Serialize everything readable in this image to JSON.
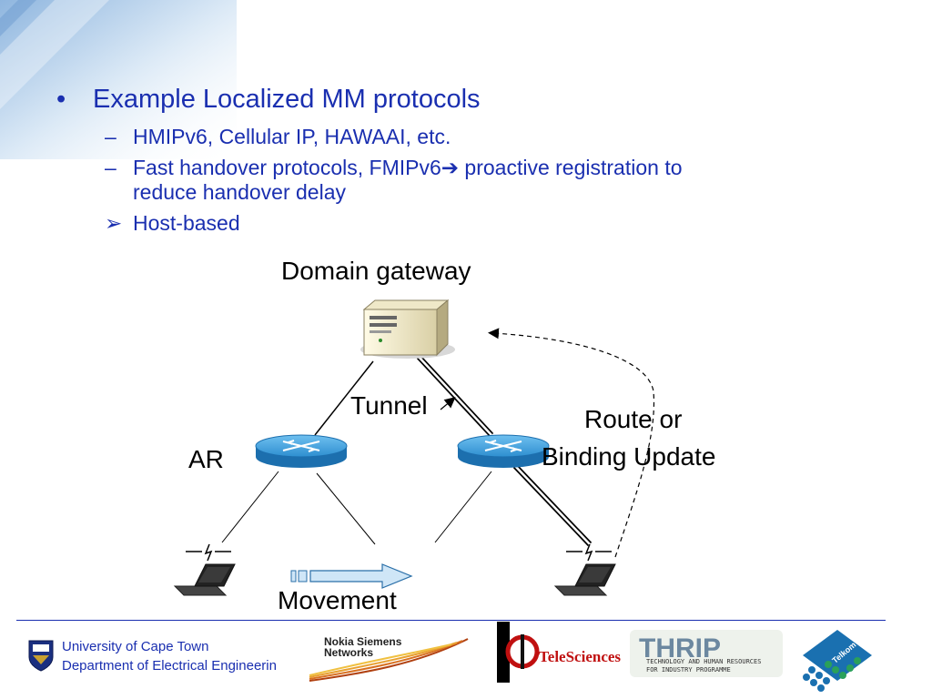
{
  "slide": {
    "bullets": [
      {
        "marker": "•",
        "text": "Example Localized MM protocols"
      },
      {
        "marker": "–",
        "text": "HMIPv6, Cellular IP, HAWAAI, etc."
      },
      {
        "marker": "–",
        "text_line1": "Fast handover protocols, FMIPv6",
        "arrow": "➔",
        "text_line1b": " proactive registration to",
        "text_line2": "reduce handover delay"
      },
      {
        "marker": "➢",
        "text": "Host-based"
      }
    ]
  },
  "diagram": {
    "domain_gateway": "Domain gateway",
    "tunnel": "Tunnel",
    "route_update_line1": "Route or",
    "route_update_line2": "Binding Update",
    "ar": "AR",
    "movement": "Movement",
    "icons": [
      "server-icon",
      "router-icon",
      "laptop-icon",
      "wireless-signal-icon",
      "movement-arrow-icon"
    ]
  },
  "footer": {
    "uct_line1": "University of Cape Town",
    "uct_line2": "Department of Electrical Engineerin",
    "nsn_line1": "Nokia Siemens",
    "nsn_line2": "Networks",
    "telesciences": "TeleSciences",
    "thrip": "THRIP",
    "thrip_sub1": "TECHNOLOGY AND HUMAN RESOURCES",
    "thrip_sub2": "FOR INDUSTRY PROGRAMME",
    "telkom": "Telkom"
  },
  "colors": {
    "text_blue": "#1a2fb0",
    "router_blue": "#2e8fd0",
    "bg_corner_blue": "#bcd6ee"
  }
}
